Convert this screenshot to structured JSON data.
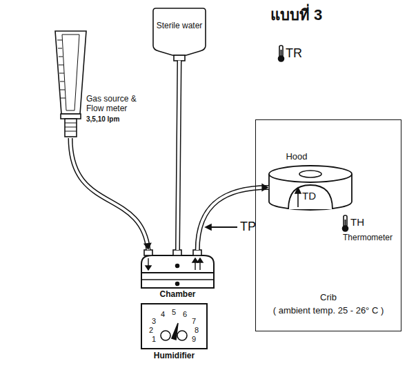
{
  "diagram": {
    "title": "แบบที่ 3",
    "nodes": [
      {
        "text": [
          "Sterile water"
        ]
      },
      {
        "text": [
          "Gas source & Flow meter",
          "3,5,10 lpm"
        ]
      },
      {
        "text": [
          "Crib",
          "( ambient temp. 25 - 26° C )"
        ]
      },
      {
        "text": [
          "Hood"
        ],
        "in": 2
      },
      {
        "text": [
          "Chamber"
        ]
      },
      {
        "text": [
          "Humidifier"
        ]
      }
    ],
    "edges": [
      {
        "from": 1,
        "to": 4,
        "arrow": "to"
      },
      {
        "from": 0,
        "to": 4,
        "arrow": "none"
      },
      {
        "from": 4,
        "to": 3,
        "arrow": "to"
      }
    ],
    "labels": [
      "TR",
      "TP",
      "TD",
      "TH",
      "Thermometer",
      "1",
      "2",
      "3",
      "4",
      "5",
      "6",
      "7",
      "8",
      "9"
    ]
  }
}
